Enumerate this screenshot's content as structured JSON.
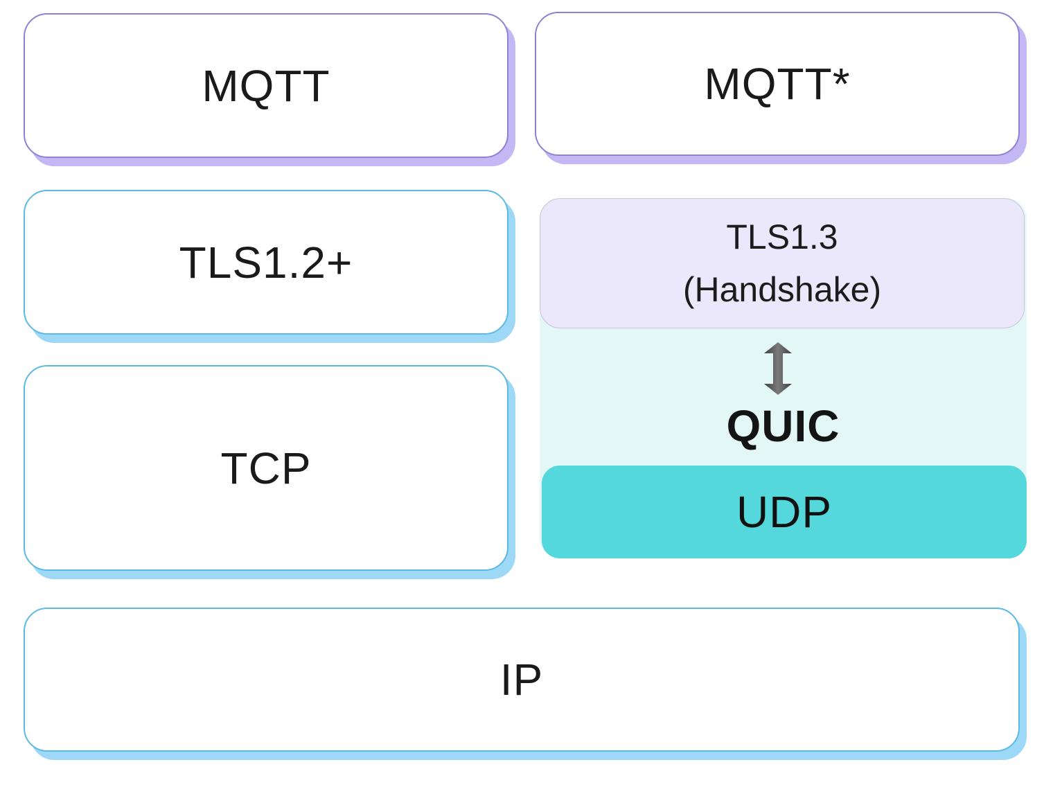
{
  "layers": {
    "mqtt_left": "MQTT",
    "mqtt_right": "MQTT*",
    "tls_12": "TLS1.2+",
    "tcp": "TCP",
    "tls_13": [
      "TLS1.3",
      "(Handshake)"
    ],
    "quic": "QUIC",
    "udp": "UDP",
    "ip": "IP"
  },
  "icons": {
    "bidirectional_arrow": "up-down-arrow-icon"
  },
  "colors": {
    "mqtt_border": "#8f7fd6",
    "mqtt_shadow": "#c4b8f4",
    "blue_border": "#5bb9e6",
    "blue_shadow": "#9dd8f6",
    "tls13_fill": "#ece8fb",
    "quic_fill": "#e3f7f6",
    "udp_fill": "#55d8dc",
    "arrow": "#555555"
  }
}
